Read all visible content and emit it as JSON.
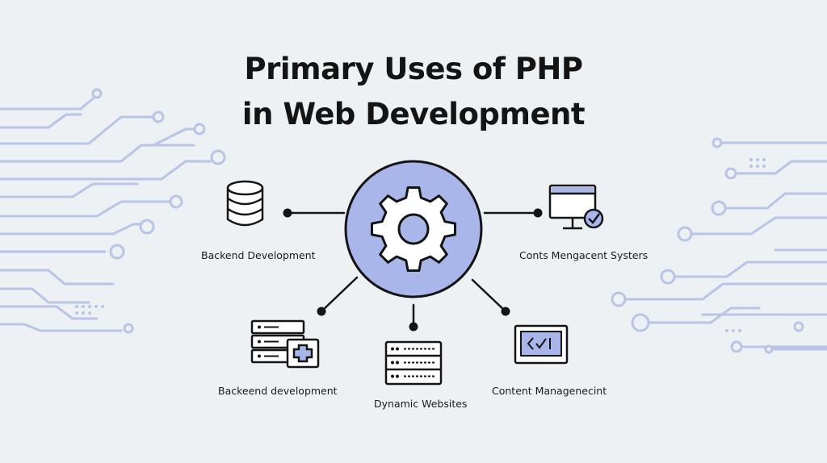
{
  "title": {
    "line1": "Primary Uses of PHP",
    "line2": "in Web Development"
  },
  "center": {
    "icon": "gear-icon",
    "fill": "#a9b6ea",
    "stroke": "#141414"
  },
  "nodes": [
    {
      "label": "Backend Development",
      "icon": "database-icon"
    },
    {
      "label": "Conts Mengacent Systers",
      "icon": "monitor-check-icon"
    },
    {
      "label": "Backeend development",
      "icon": "server-plus-icon"
    },
    {
      "label": "Dynamic Websites",
      "icon": "server-rack-icon"
    },
    {
      "label": "Content Managenecint",
      "icon": "code-window-icon"
    }
  ],
  "colors": {
    "background": "#eef1f3",
    "circuit": "#b9c4e6",
    "accent": "#a9b6ea",
    "ink": "#141414"
  }
}
